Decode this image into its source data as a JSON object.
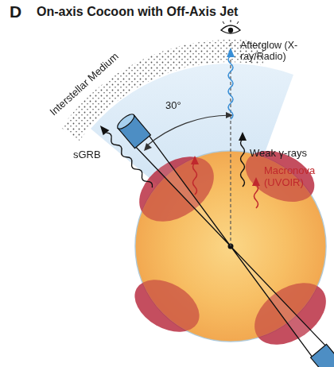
{
  "diagram": {
    "title": "On-axis Cocoon with Off-Axis Jet",
    "labels": [
      "D",
      "Afterglow (X-ray/Radio)",
      "Interstellar Medium",
      "30°",
      "sGRB",
      "Weak γ-rays",
      "Macronova (UVOIR)"
    ]
  }
}
